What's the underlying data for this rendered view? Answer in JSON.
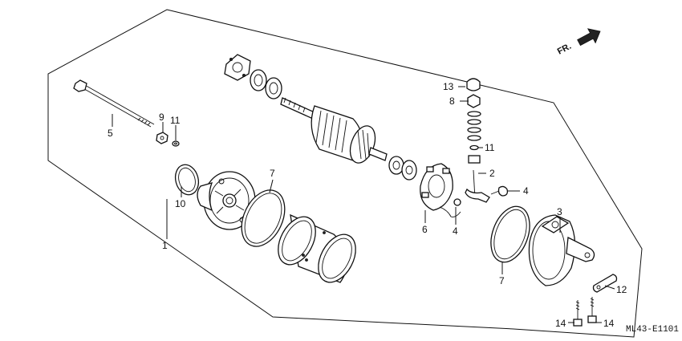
{
  "diagram": {
    "code": "ML43-E1101",
    "direction_label": "FR.",
    "callouts": {
      "c1": "1",
      "c2": "2",
      "c3": "3",
      "c4a": "4",
      "c4b": "4",
      "c5": "5",
      "c6": "6",
      "c7a": "7",
      "c7b": "7",
      "c8": "8",
      "c9": "9",
      "c10": "10",
      "c11a": "11",
      "c11b": "11",
      "c12": "12",
      "c13": "13",
      "c14a": "14",
      "c14b": "14"
    }
  }
}
